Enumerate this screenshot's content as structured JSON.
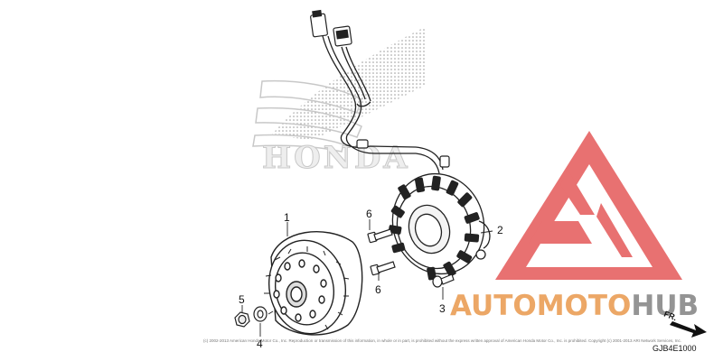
{
  "diagram": {
    "parts": [
      {
        "ref": "1",
        "component": "flywheel"
      },
      {
        "ref": "2",
        "component": "stator"
      },
      {
        "ref": "3",
        "component": "screw"
      },
      {
        "ref": "4",
        "component": "washer"
      },
      {
        "ref": "5",
        "component": "nut"
      },
      {
        "ref": "6",
        "component": "bolt"
      },
      {
        "ref": "6",
        "component": "bolt"
      }
    ],
    "diagram_code": "GJB4E1000",
    "front_arrow_label": "FR.",
    "copyright": "(c) 2002-2013 American Honda Motor Co., Inc. Reproduction or transmission of this information, in whole or in part, is prohibited without the express written approval of American Honda Motor Co., Inc. is prohibited. Copyright (c) 2001-2013 ARI Network Services, Inc."
  },
  "logos": {
    "background_brand": "HONDA",
    "watermark": {
      "text_part_1": "AUTOMOTO",
      "text_part_2": "HUB",
      "colors": {
        "triangle": "#e03b3b",
        "text_1": "#e5862c",
        "text_2": "#6b6b6b"
      }
    }
  }
}
